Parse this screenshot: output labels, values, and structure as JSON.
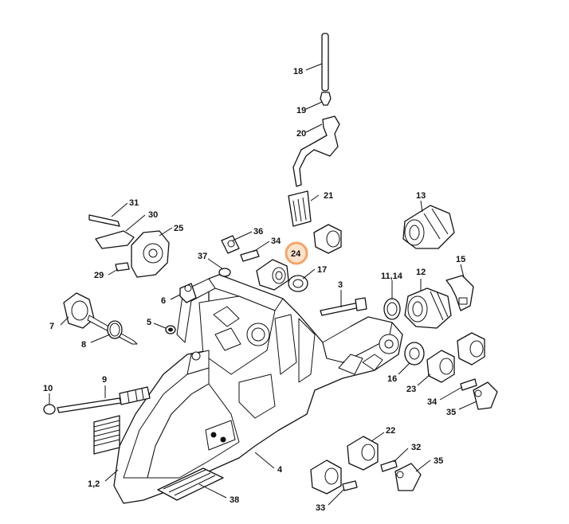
{
  "diagram": {
    "highlight_color": "#f2a56a",
    "highlighted_callout": "24",
    "callouts": {
      "c18": "18",
      "c19": "19",
      "c20": "20",
      "c21": "21",
      "c13": "13",
      "c31": "31",
      "c30": "30",
      "c25": "25",
      "c29": "29",
      "c36": "36",
      "c34a": "34",
      "c24": "24",
      "c37": "37",
      "c17": "17",
      "c3": "3",
      "c1114": "11,14",
      "c12": "12",
      "c15": "15",
      "c6": "6",
      "c7": "7",
      "c5": "5",
      "c8": "8",
      "c9": "9",
      "c10": "10",
      "c16": "16",
      "c23": "23",
      "c34b": "34",
      "c35a": "35",
      "c22": "22",
      "c32": "32",
      "c35b": "35",
      "c4": "4",
      "c12b": "1,2",
      "c38": "38",
      "c33": "33"
    }
  }
}
